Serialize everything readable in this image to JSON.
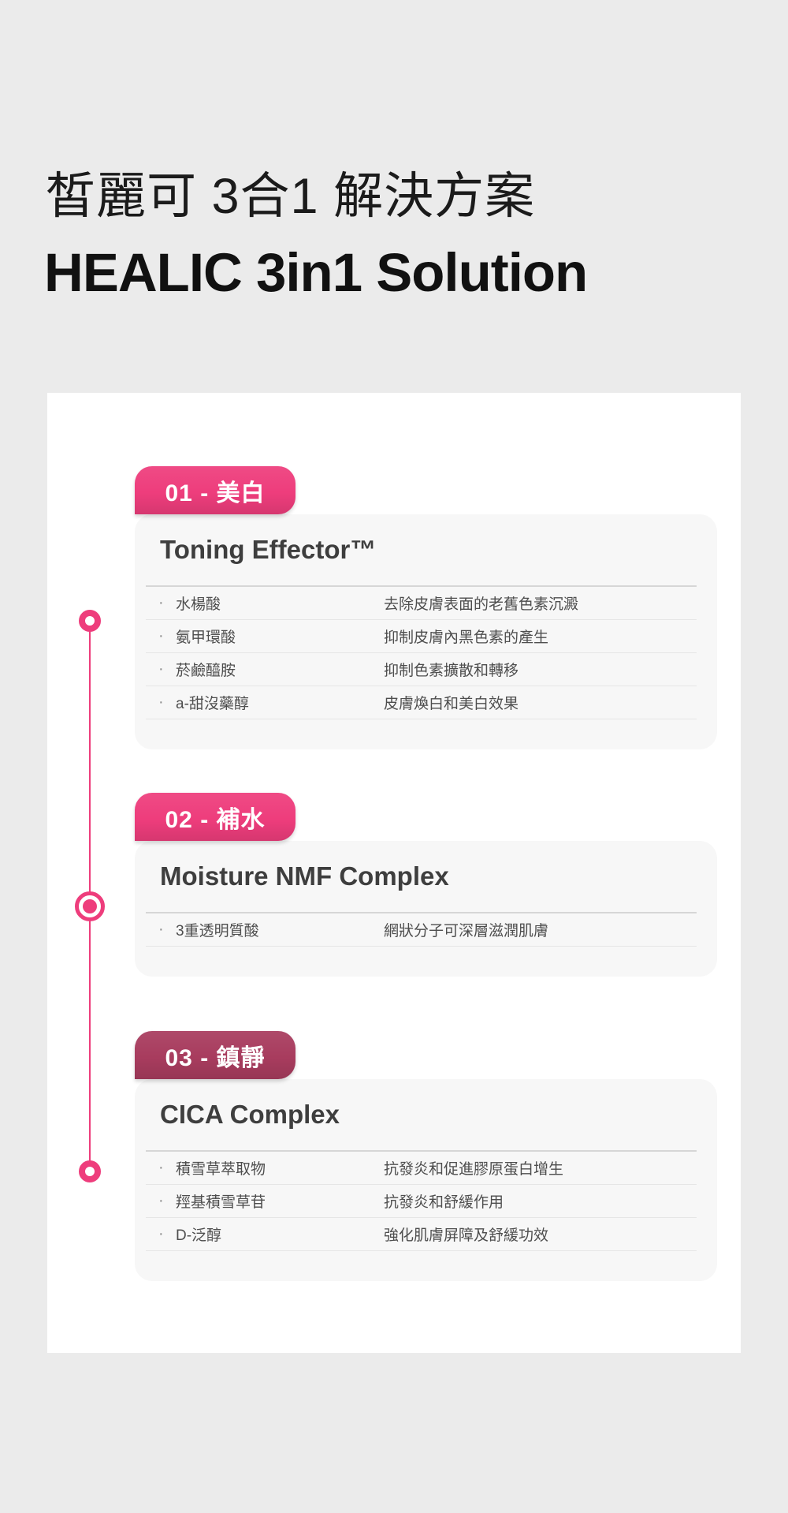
{
  "page": {
    "title_zh": "皙麗可 3合1 解決方案",
    "title_en": "HEALIC 3in1 Solution"
  },
  "colors": {
    "accent_pink": "#EE3D7C",
    "accent_berry": "#A83C5E",
    "page_bg": "#EBEBEB",
    "panel_bg": "#FFFFFF",
    "card_bg": "#F7F7F7"
  },
  "sections": [
    {
      "badge": "01 - 美白",
      "badge_color": "#EE3D7C",
      "heading": "Toning Effector™",
      "marker": "ring-dot",
      "rows": [
        {
          "name": "水楊酸",
          "desc": "去除皮膚表面的老舊色素沉澱"
        },
        {
          "name": "氨甲環酸",
          "desc": "抑制皮膚內黑色素的產生"
        },
        {
          "name": "菸鹼醯胺",
          "desc": "抑制色素擴散和轉移"
        },
        {
          "name": "a-甜沒藥醇",
          "desc": "皮膚煥白和美白效果"
        }
      ]
    },
    {
      "badge": "02 - 補水",
      "badge_color": "#EE3D7C",
      "heading": "Moisture NMF Complex",
      "marker": "bullseye-dot",
      "rows": [
        {
          "name": "3重透明質酸",
          "desc": "網狀分子可深層滋潤肌膚"
        }
      ]
    },
    {
      "badge": "03 - 鎮靜",
      "badge_color": "#A83C5E",
      "heading": "CICA Complex",
      "marker": "ring-dot",
      "rows": [
        {
          "name": "積雪草萃取物",
          "desc": "抗發炎和促進膠原蛋白增生"
        },
        {
          "name": "羥基積雪草苷",
          "desc": "抗發炎和舒緩作用"
        },
        {
          "name": "D-泛醇",
          "desc": "強化肌膚屏障及舒緩功效"
        }
      ]
    }
  ]
}
